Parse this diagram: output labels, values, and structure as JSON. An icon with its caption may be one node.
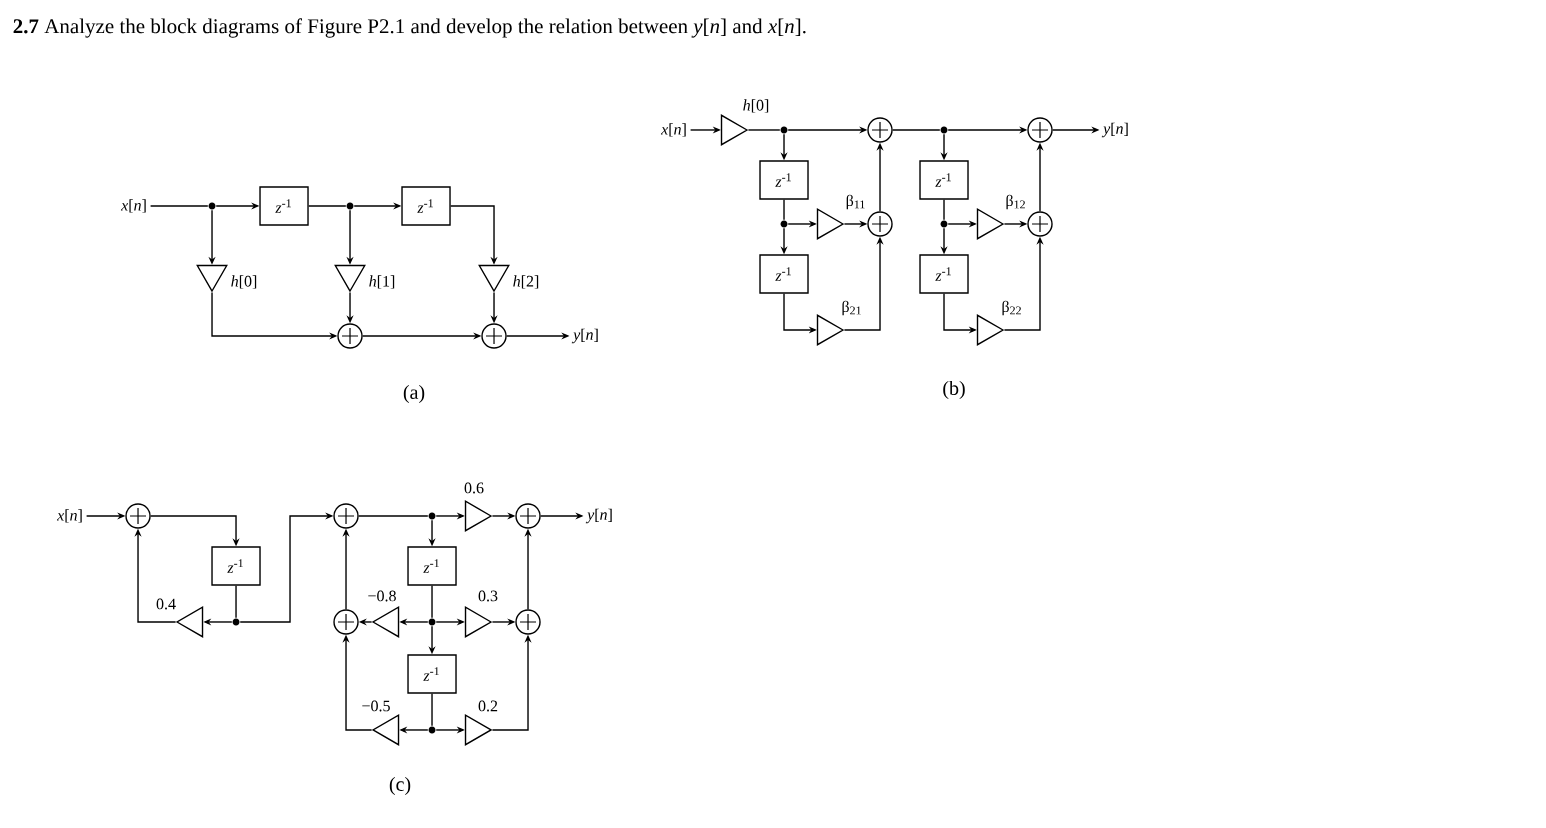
{
  "diagram": {
    "title": "**2.7** Analyze the block diagrams of Figure P2.1 and develop the relation between *y*[*n*] and *x*[*n*].",
    "nodes": [
      {
        "text": [
          "*x*[*n*]"
        ]
      },
      {
        "text": [],
        "shape": "dot"
      },
      {
        "text": [
          "*z*$^{-1}$"
        ]
      },
      {
        "text": [],
        "shape": "dot"
      },
      {
        "text": [
          "*z*$^{-1}$"
        ]
      },
      {
        "text": [],
        "shape": "triangle",
        "beside": [
          "*h*[0]"
        ]
      },
      {
        "text": [],
        "shape": "triangle",
        "beside": [
          "*h*[1]"
        ]
      },
      {
        "text": [],
        "shape": "triangle",
        "beside": [
          "*h*[2]"
        ]
      },
      {
        "text": [],
        "shape": "circle"
      },
      {
        "text": [],
        "shape": "circle"
      },
      {
        "text": [
          "*y*[*n*]"
        ]
      },
      {
        "text": [
          "*x*[*n*]"
        ]
      },
      {
        "text": [],
        "shape": "triangle",
        "beside": [
          "*h*[0]"
        ]
      },
      {
        "text": [],
        "shape": "dot"
      },
      {
        "text": [],
        "shape": "circle"
      },
      {
        "text": [
          "*z*$^{-1}$"
        ]
      },
      {
        "text": [],
        "shape": "dot"
      },
      {
        "text": [],
        "shape": "triangle",
        "beside": [
          "β$_{11}$"
        ]
      },
      {
        "text": [],
        "shape": "circle"
      },
      {
        "text": [
          "*z*$^{-1}$"
        ]
      },
      {
        "text": [],
        "shape": "triangle",
        "beside": [
          "β$_{21}$"
        ]
      },
      {
        "text": [],
        "shape": "dot"
      },
      {
        "text": [],
        "shape": "circle"
      },
      {
        "text": [
          "*z*$^{-1}$"
        ]
      },
      {
        "text": [],
        "shape": "dot"
      },
      {
        "text": [],
        "shape": "triangle",
        "beside": [
          "β$_{12}$"
        ]
      },
      {
        "text": [],
        "shape": "circle"
      },
      {
        "text": [
          "*z*$^{-1}$"
        ]
      },
      {
        "text": [],
        "shape": "triangle",
        "beside": [
          "β$_{22}$"
        ]
      },
      {
        "text": [
          "*y*[*n*]"
        ]
      },
      {
        "text": [
          "*x*[*n*]"
        ]
      },
      {
        "text": [],
        "shape": "circle"
      },
      {
        "text": [
          "*z*$^{-1}$"
        ]
      },
      {
        "text": [],
        "shape": "dot"
      },
      {
        "text": [],
        "shape": "triangle",
        "beside": [
          "0.4"
        ]
      },
      {
        "text": [],
        "shape": "circle"
      },
      {
        "text": [],
        "shape": "dot"
      },
      {
        "text": [],
        "shape": "triangle",
        "beside": [
          "0.6"
        ]
      },
      {
        "text": [],
        "shape": "circle"
      },
      {
        "text": [
          "*y*[*n*]"
        ]
      },
      {
        "text": [
          "*z*$^{-1}$"
        ]
      },
      {
        "text": [],
        "shape": "dot"
      },
      {
        "text": [],
        "shape": "triangle",
        "beside": [
          "−0.8"
        ]
      },
      {
        "text": [],
        "shape": "circle"
      },
      {
        "text": [],
        "shape": "triangle",
        "beside": [
          "0.3"
        ]
      },
      {
        "text": [],
        "shape": "circle"
      },
      {
        "text": [
          "*z*$^{-1}$"
        ]
      },
      {
        "text": [],
        "shape": "dot"
      },
      {
        "text": [],
        "shape": "triangle",
        "beside": [
          "−0.5"
        ]
      },
      {
        "text": [],
        "shape": "triangle",
        "beside": [
          "0.2"
        ]
      }
    ],
    "edges": [
      {
        "from": 0,
        "to": 1,
        "arrow": "none"
      },
      {
        "from": 1,
        "to": 2,
        "arrow": "to"
      },
      {
        "from": 1,
        "to": 5,
        "arrow": "to"
      },
      {
        "from": 2,
        "to": 3,
        "arrow": "none"
      },
      {
        "from": 3,
        "to": 4,
        "arrow": "to"
      },
      {
        "from": 3,
        "to": 6,
        "arrow": "to"
      },
      {
        "from": 4,
        "to": 7,
        "arrow": "to"
      },
      {
        "from": 5,
        "to": 8,
        "arrow": "to"
      },
      {
        "from": 6,
        "to": 8,
        "arrow": "to"
      },
      {
        "from": 8,
        "to": 9,
        "arrow": "to"
      },
      {
        "from": 7,
        "to": 9,
        "arrow": "to"
      },
      {
        "from": 9,
        "to": 10,
        "arrow": "to"
      },
      {
        "from": 11,
        "to": 12,
        "arrow": "to"
      },
      {
        "from": 12,
        "to": 13,
        "arrow": "none"
      },
      {
        "from": 13,
        "to": 14,
        "arrow": "to"
      },
      {
        "from": 13,
        "to": 15,
        "arrow": "to"
      },
      {
        "from": 15,
        "to": 16,
        "arrow": "none"
      },
      {
        "from": 16,
        "to": 17,
        "arrow": "to"
      },
      {
        "from": 16,
        "to": 19,
        "arrow": "to"
      },
      {
        "from": 17,
        "to": 18,
        "arrow": "to"
      },
      {
        "from": 19,
        "to": 20,
        "arrow": "to"
      },
      {
        "from": 20,
        "to": 18,
        "arrow": "to"
      },
      {
        "from": 18,
        "to": 14,
        "arrow": "to"
      },
      {
        "from": 14,
        "to": 21,
        "arrow": "none"
      },
      {
        "from": 21,
        "to": 22,
        "arrow": "to"
      },
      {
        "from": 21,
        "to": 23,
        "arrow": "to"
      },
      {
        "from": 23,
        "to": 24,
        "arrow": "none"
      },
      {
        "from": 24,
        "to": 25,
        "arrow": "to"
      },
      {
        "from": 24,
        "to": 27,
        "arrow": "to"
      },
      {
        "from": 25,
        "to": 26,
        "arrow": "to"
      },
      {
        "from": 27,
        "to": 28,
        "arrow": "to"
      },
      {
        "from": 28,
        "to": 26,
        "arrow": "to"
      },
      {
        "from": 26,
        "to": 22,
        "arrow": "to"
      },
      {
        "from": 22,
        "to": 29,
        "arrow": "to"
      },
      {
        "from": 30,
        "to": 31,
        "arrow": "to"
      },
      {
        "from": 31,
        "to": 32,
        "arrow": "to"
      },
      {
        "from": 32,
        "to": 33,
        "arrow": "none"
      },
      {
        "from": 33,
        "to": 34,
        "arrow": "to"
      },
      {
        "from": 34,
        "to": 31,
        "arrow": "to"
      },
      {
        "from": 33,
        "to": 35,
        "arrow": "to"
      },
      {
        "from": 35,
        "to": 36,
        "arrow": "none"
      },
      {
        "from": 36,
        "to": 37,
        "arrow": "to"
      },
      {
        "from": 37,
        "to": 38,
        "arrow": "to"
      },
      {
        "from": 38,
        "to": 39,
        "arrow": "to"
      },
      {
        "from": 36,
        "to": 40,
        "arrow": "to"
      },
      {
        "from": 40,
        "to": 41,
        "arrow": "none"
      },
      {
        "from": 41,
        "to": 42,
        "arrow": "to"
      },
      {
        "from": 42,
        "to": 43,
        "arrow": "to"
      },
      {
        "from": 43,
        "to": 35,
        "arrow": "to"
      },
      {
        "from": 41,
        "to": 44,
        "arrow": "to"
      },
      {
        "from": 44,
        "to": 45,
        "arrow": "to"
      },
      {
        "from": 45,
        "to": 38,
        "arrow": "to"
      },
      {
        "from": 41,
        "to": 46,
        "arrow": "to"
      },
      {
        "from": 46,
        "to": 47,
        "arrow": "none"
      },
      {
        "from": 47,
        "to": 48,
        "arrow": "to"
      },
      {
        "from": 47,
        "to": 49,
        "arrow": "to"
      },
      {
        "from": 48,
        "to": 43,
        "arrow": "to"
      },
      {
        "from": 49,
        "to": 45,
        "arrow": "to"
      }
    ],
    "labels": [
      "(a)",
      "(b)",
      "(c)"
    ]
  }
}
